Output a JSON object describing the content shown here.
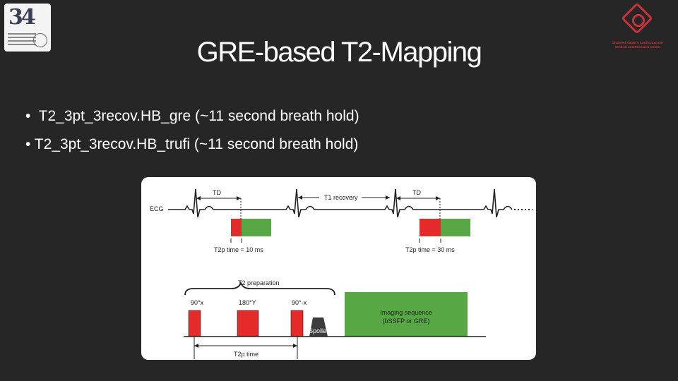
{
  "slide": {
    "title": "GRE-based T2-Mapping",
    "bullets": [
      "•  T2_3pt_3recov.HB_gre (~11 second breath hold)",
      "• T2_3pt_3recov.HB_trufi (~11 second breath hold)"
    ]
  },
  "logos": {
    "left_number": "34",
    "right_caption": [
      "Shaheed Rajaei's Cardiovascular",
      "Medical and Research Center"
    ]
  },
  "diagram": {
    "ecg_label": "ECG",
    "td_label_1": "TD",
    "td_label_2": "TD",
    "recovery_label": "T1 recovery",
    "t2p_time_1": "T2p time = 10 ms",
    "t2p_time_2": "T2p time = 30 ms",
    "prep_label": "T2 preparation",
    "pulse_1": "90°x",
    "pulse_2": "180°Y",
    "pulse_3": "90°-x",
    "spoiler_label": "Spoiler",
    "imaging_line1": "Imaging sequence",
    "imaging_line2": "(bSSFP or GRE)",
    "t2p_time_bottom": "T2p time",
    "colors": {
      "prep_red": "#e52a2a",
      "imaging_green": "#57a845",
      "spoiler_gray": "#3c3c3c"
    }
  }
}
